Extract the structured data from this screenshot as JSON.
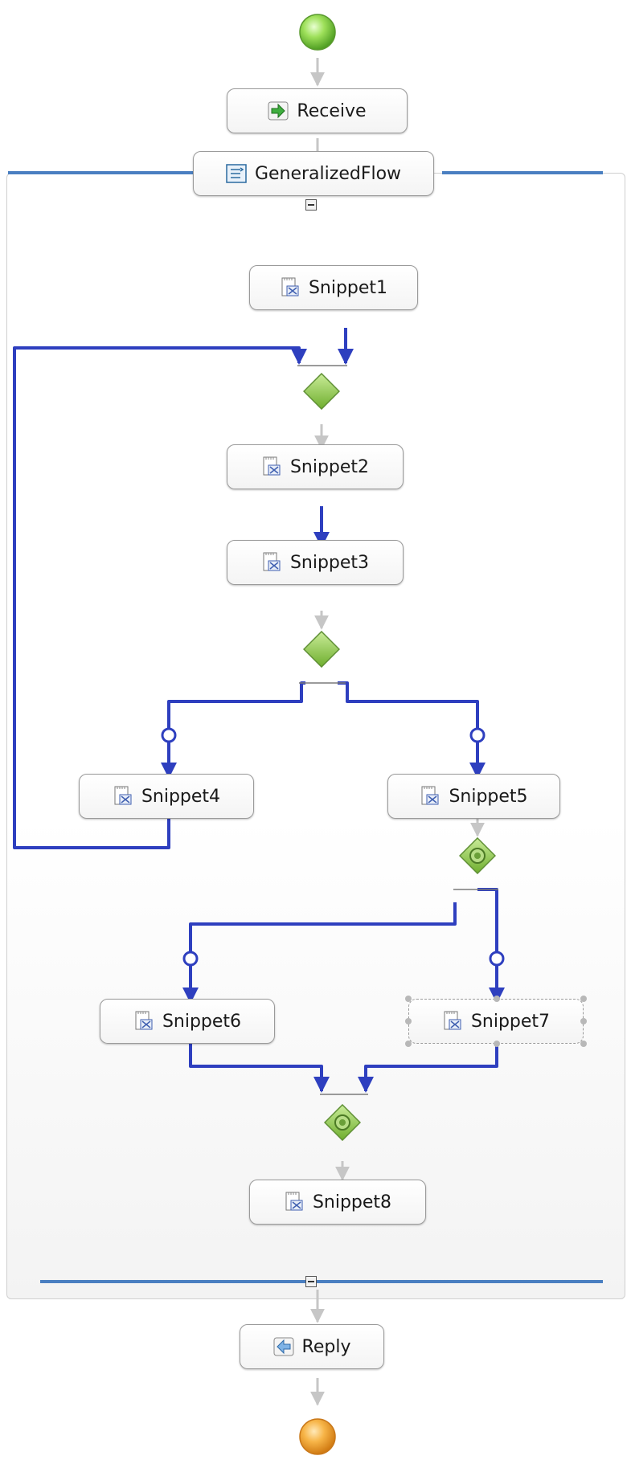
{
  "flow": {
    "receive_label": "Receive",
    "container_label": "GeneralizedFlow",
    "reply_label": "Reply",
    "snippets": [
      "Snippet1",
      "Snippet2",
      "Snippet3",
      "Snippet4",
      "Snippet5",
      "Snippet6",
      "Snippet7",
      "Snippet8"
    ]
  },
  "icons": {
    "start": "start-event-icon",
    "end": "end-event-icon",
    "receive": "receive-arrow-icon",
    "reply": "reply-arrow-icon",
    "container": "generalized-flow-icon",
    "snippet": "java-snippet-icon",
    "gateway": "flow-gateway-icon"
  },
  "colors": {
    "link_blue": "#2e3fbf",
    "connector_gray": "#c6c6c6",
    "scope_bar_blue": "#4a7fc1",
    "start_green": "#7fcf3a",
    "end_orange": "#f3a033",
    "diamond_green": "#8fc94f"
  }
}
